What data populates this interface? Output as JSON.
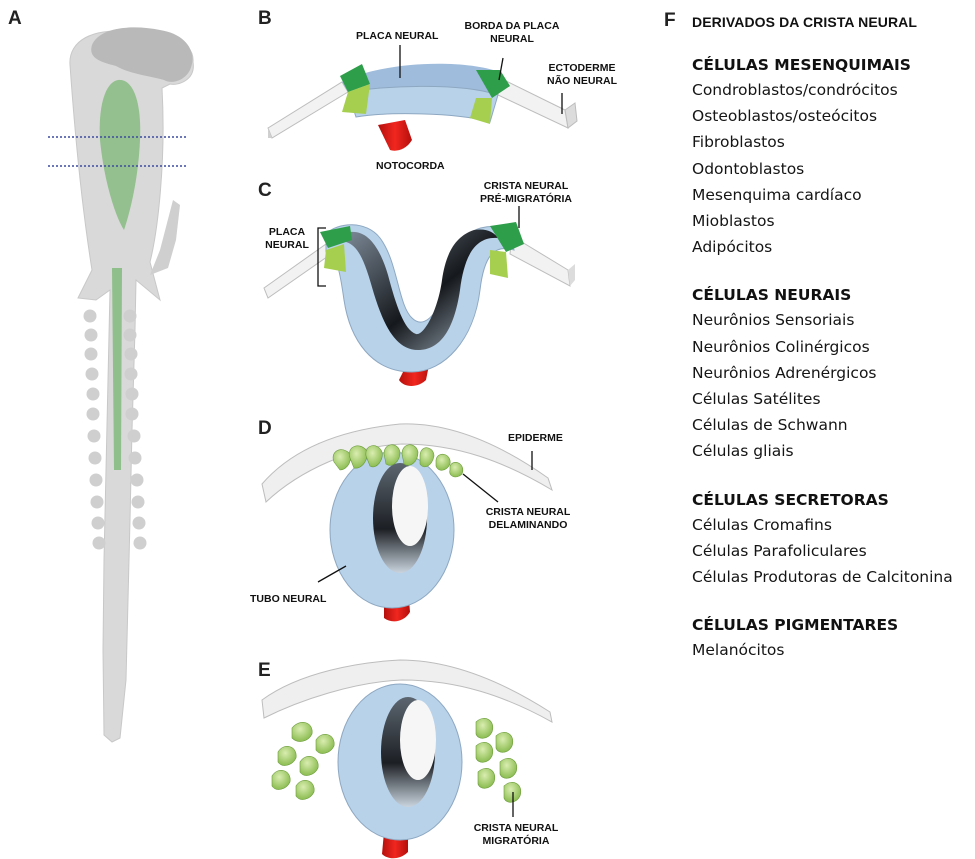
{
  "panels": {
    "A": {
      "letter": "A"
    },
    "B": {
      "letter": "B",
      "labels": {
        "placa_neural": "PLACA NEURAL",
        "borda_placa_l1": "BORDA DA PLACA",
        "borda_placa_l2": "NEURAL",
        "ectoderme_l1": "ECTODERME",
        "ectoderme_l2": "NÃO NEURAL",
        "notocorda": "NOTOCORDA"
      }
    },
    "C": {
      "letter": "C",
      "labels": {
        "placa_l1": "PLACA",
        "placa_l2": "NEURAL",
        "crista_l1": "CRISTA NEURAL",
        "crista_l2": "PRÉ-MIGRATÓRIA"
      }
    },
    "D": {
      "letter": "D",
      "labels": {
        "epiderme": "EPIDERME",
        "crista_l1": "CRISTA NEURAL",
        "crista_l2": "DELAMINANDO",
        "tubo": "TUBO NEURAL"
      }
    },
    "E": {
      "letter": "E",
      "labels": {
        "crista_l1": "CRISTA NEURAL",
        "crista_l2": "MIGRATÓRIA"
      }
    }
  },
  "derivatives": {
    "letter": "F",
    "title": "DERIVADOS DA CRISTA NEURAL",
    "categories": [
      {
        "heading": "CÉLULAS MESENQUIMAIS",
        "items": [
          "Condroblastos/condrócitos",
          "Osteoblastos/osteócitos",
          "Fibroblastos",
          "Odontoblastos",
          "Mesenquima cardíaco",
          "Mioblastos",
          "Adipócitos"
        ]
      },
      {
        "heading": "CÉLULAS NEURAIS",
        "items": [
          "Neurônios Sensoriais",
          "Neurônios Colinérgicos",
          "Neurônios Adrenérgicos",
          "Células Satélites",
          "Células de Schwann",
          "Células gliais"
        ]
      },
      {
        "heading": "CÉLULAS SECRETORAS",
        "items": [
          "Células Cromafins",
          "Células Parafoliculares",
          "Células Produtoras de Calcitonina"
        ]
      },
      {
        "heading": "CÉLULAS PIGMENTARES",
        "items": [
          "Melanócitos"
        ]
      }
    ]
  },
  "colors": {
    "embryo_gray": "#d6d6d6",
    "neural_green": "#8fbf8a",
    "plate_blue": "#b8d2ea",
    "crest_green": "#2e9e4a",
    "crest_lime": "#a6cf4f",
    "notochord_red": "#e0231e",
    "ectoderm_white": "#eeeeee"
  }
}
